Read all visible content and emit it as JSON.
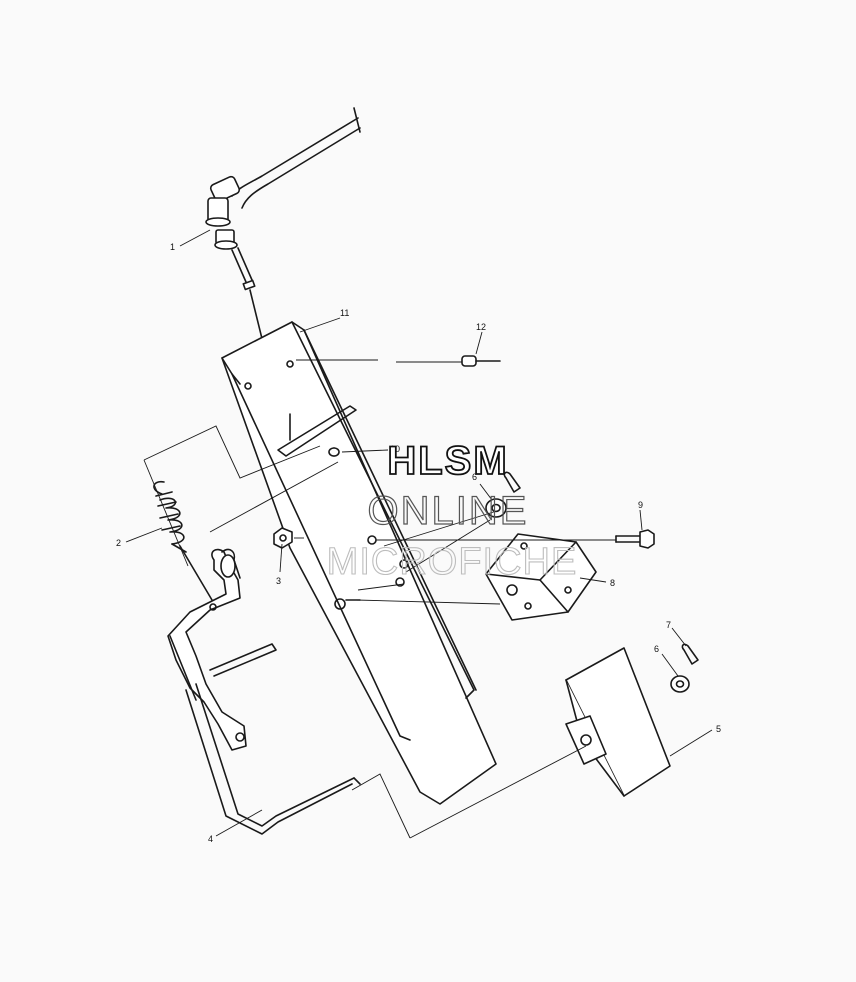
{
  "diagram": {
    "callouts": [
      {
        "id": "1",
        "label": "1"
      },
      {
        "id": "2",
        "label": "2"
      },
      {
        "id": "3",
        "label": "3"
      },
      {
        "id": "4",
        "label": "4"
      },
      {
        "id": "5",
        "label": "5"
      },
      {
        "id": "6a",
        "label": "6"
      },
      {
        "id": "6b",
        "label": "6"
      },
      {
        "id": "7",
        "label": "7"
      },
      {
        "id": "8",
        "label": "8"
      },
      {
        "id": "9",
        "label": "9"
      },
      {
        "id": "10",
        "label": "10"
      },
      {
        "id": "11",
        "label": "11"
      },
      {
        "id": "12",
        "label": "12"
      }
    ]
  },
  "watermark": {
    "line1": "HLSM",
    "line2": "ONLINE",
    "line3": "MICROFICHE"
  }
}
